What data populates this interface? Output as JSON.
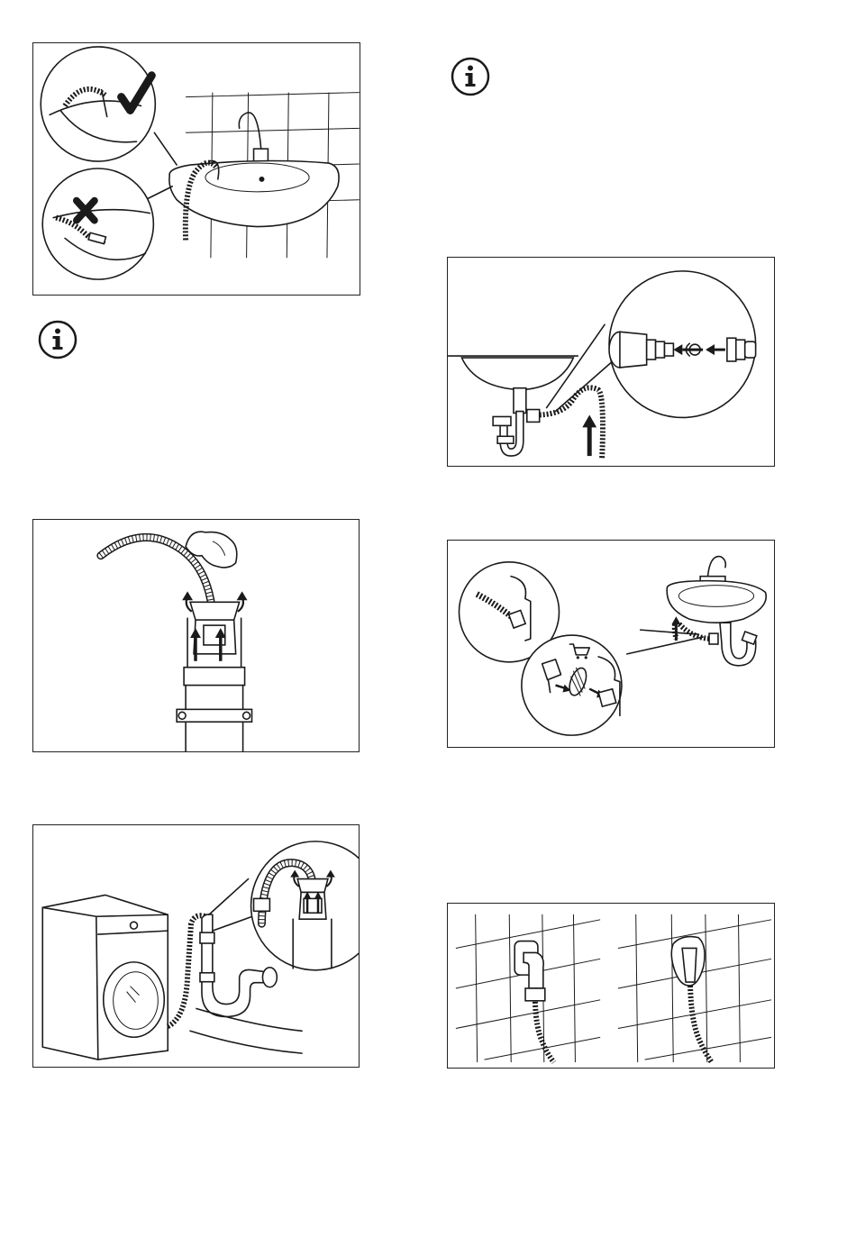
{
  "page": {
    "figures": [
      {
        "name": "sink-hose-placement-figure",
        "icon": "sink-check-cross-icon"
      },
      {
        "name": "standpipe-hose-figure",
        "icon": "hose-in-standpipe-icon"
      },
      {
        "name": "washer-drain-hose-figure",
        "icon": "washer-hose-drain-icon"
      },
      {
        "name": "siphon-connector-figure",
        "icon": "siphon-connector-icon"
      },
      {
        "name": "sink-trap-filter-figure",
        "icon": "sink-trap-filter-icon"
      },
      {
        "name": "wall-outlet-figure",
        "icon": "wall-outlet-icon"
      }
    ],
    "info_icons": [
      "info-icon",
      "info-icon"
    ]
  }
}
